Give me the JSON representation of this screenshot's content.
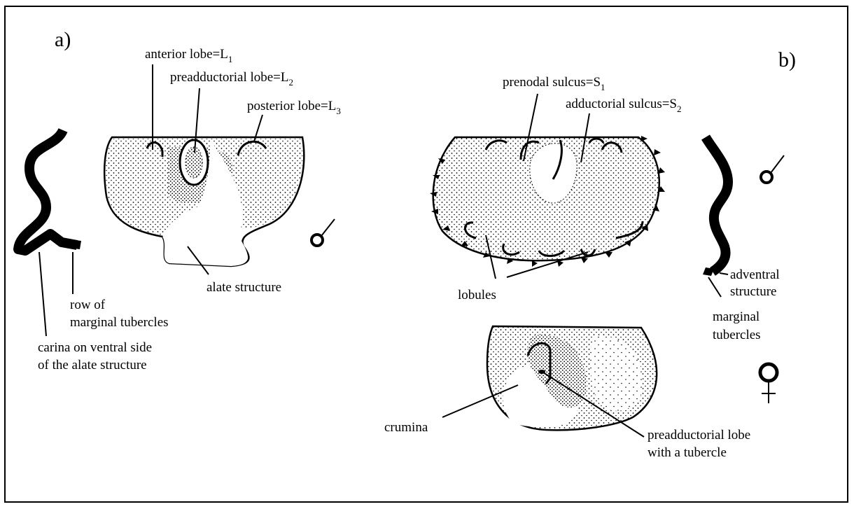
{
  "panel_a": {
    "letter": "a)",
    "anterior_lobe": "anterior lobe=L",
    "anterior_sub": "1",
    "preadductorial_lobe": "preadductorial lobe=L",
    "preadductorial_sub": "2",
    "posterior_lobe": "posterior lobe=L",
    "posterior_sub": "3",
    "alate_structure": "alate structure",
    "row_of": "row of",
    "marginal_tubercles": "marginal tubercles",
    "carina_1": "carina on ventral side",
    "carina_2": "of the alate structure"
  },
  "panel_b": {
    "letter": "b)",
    "prenodal_sulcus": "prenodal sulcus=S",
    "prenodal_sub": "1",
    "adductorial_sulcus": "adductorial sulcus=S",
    "adductorial_sub": "2",
    "lobules": "lobules",
    "adventral_1": "adventral",
    "adventral_2": "structure",
    "marginal_1": "marginal",
    "marginal_2": "tubercles",
    "preadductorial_1": "preadductorial lobe",
    "preadductorial_2": "with a tubercle",
    "crumina": "crumina"
  },
  "symbols": {
    "male": "male-symbol",
    "female": "female-symbol"
  }
}
